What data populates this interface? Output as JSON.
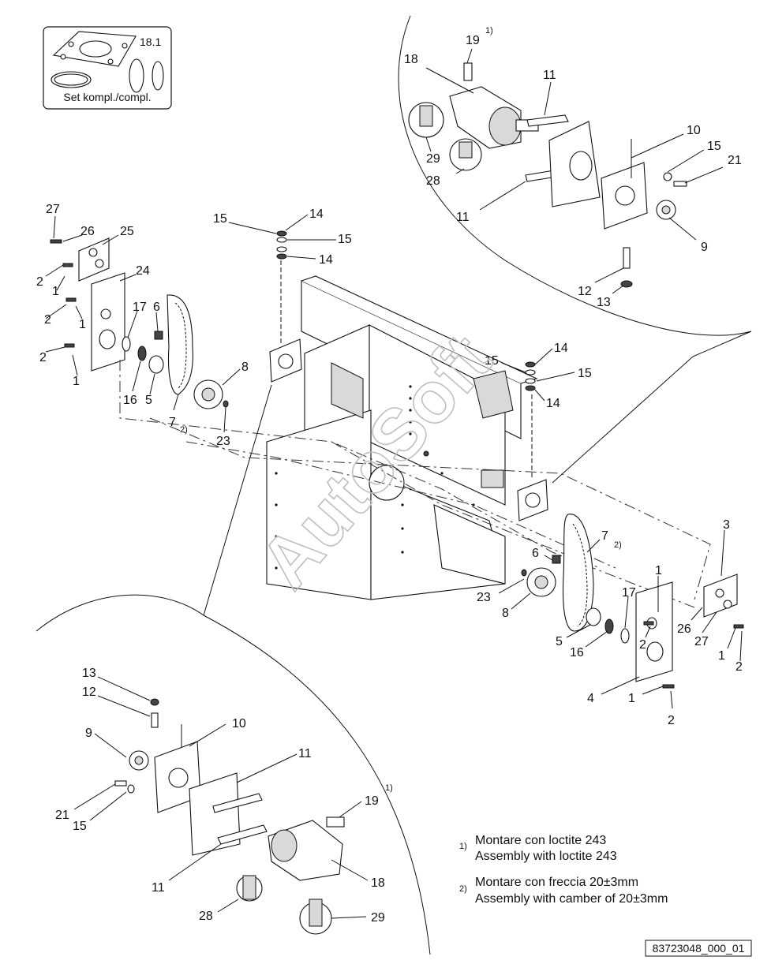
{
  "kit": {
    "number": "18.1",
    "caption": "Set kompl./compl."
  },
  "watermark": "AutoSoft",
  "part_labels": {
    "tr_19": "19",
    "tr_19_sup": "1)",
    "tr_18": "18",
    "tr_11a": "11",
    "tr_10": "10",
    "tr_15": "15",
    "tr_21": "21",
    "tr_29": "29",
    "tr_28": "28",
    "tr_11b": "11",
    "tr_9": "9",
    "tr_12": "12",
    "tr_13": "13",
    "tl_27": "27",
    "tl_26": "26",
    "tl_25": "25",
    "tl_24": "24",
    "tl_2a": "2",
    "tl_1a": "1",
    "tl_2b": "2",
    "tl_1b": "1",
    "tl_2c": "2",
    "tl_1c": "1",
    "tl_17": "17",
    "tl_6": "6",
    "tl_8": "8",
    "tl_16": "16",
    "tl_5": "5",
    "tl_7": "7",
    "tl_7_sup": "2)",
    "tl_23": "23",
    "c_15a": "15",
    "c_14a": "14",
    "c_15b": "15",
    "c_14b": "14",
    "c_14c": "14",
    "c_15c": "15",
    "c_15d": "15",
    "c_14d": "14",
    "r_7": "7",
    "r_7_sup": "2)",
    "r_3": "3",
    "r_6": "6",
    "r_1a": "1",
    "r_23": "23",
    "r_8": "8",
    "r_17": "17",
    "r_26": "26",
    "r_5": "5",
    "r_16": "16",
    "r_2a": "2",
    "r_27": "27",
    "r_1b": "1",
    "r_2b": "2",
    "r_4": "4",
    "r_1c": "1",
    "r_2c": "2",
    "bl_13": "13",
    "bl_12": "12",
    "bl_9": "9",
    "bl_10": "10",
    "bl_11a": "11",
    "bl_19_sup": "1)",
    "bl_21": "21",
    "bl_15": "15",
    "bl_19": "19",
    "bl_11b": "11",
    "bl_18": "18",
    "bl_28": "28",
    "bl_29": "29"
  },
  "notes": [
    {
      "marker": "1)",
      "line1": "Montare con loctite 243",
      "line2": "Assembly with loctite 243"
    },
    {
      "marker": "2)",
      "line1": "Montare con freccia 20±3mm",
      "line2": "Assembly with camber of 20±3mm"
    }
  ],
  "drawing_number": "83723048_000_01"
}
